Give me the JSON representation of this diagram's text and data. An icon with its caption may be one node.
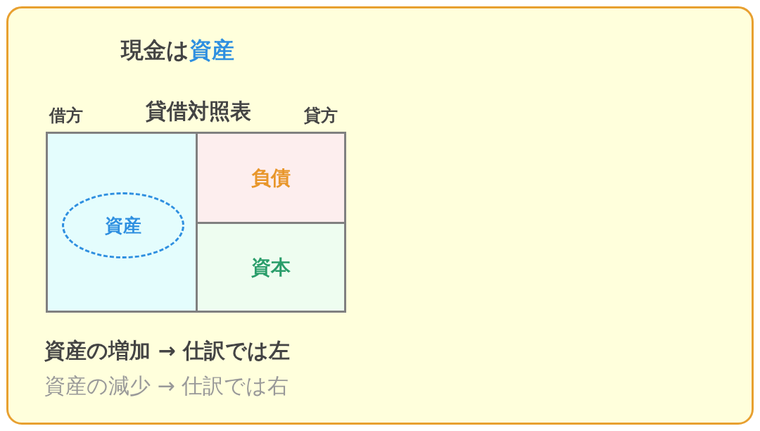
{
  "diagram": {
    "title": "現金は**資産**",
    "nodes": [
      {
        "text": [
          "貸借対照表"
        ],
        "beside": [
          "借方",
          "貸方"
        ]
      },
      {
        "text": [],
        "shape": "box",
        "in": 0
      },
      {
        "text": [
          "資産"
        ],
        "in": 1
      },
      {
        "text": [
          "負債"
        ],
        "in": 0
      },
      {
        "text": [
          "資本"
        ],
        "in": 0
      }
    ],
    "labels": [
      "資産の増加 → 仕訳では左",
      "資産の減少 → 仕訳では右"
    ]
  }
}
